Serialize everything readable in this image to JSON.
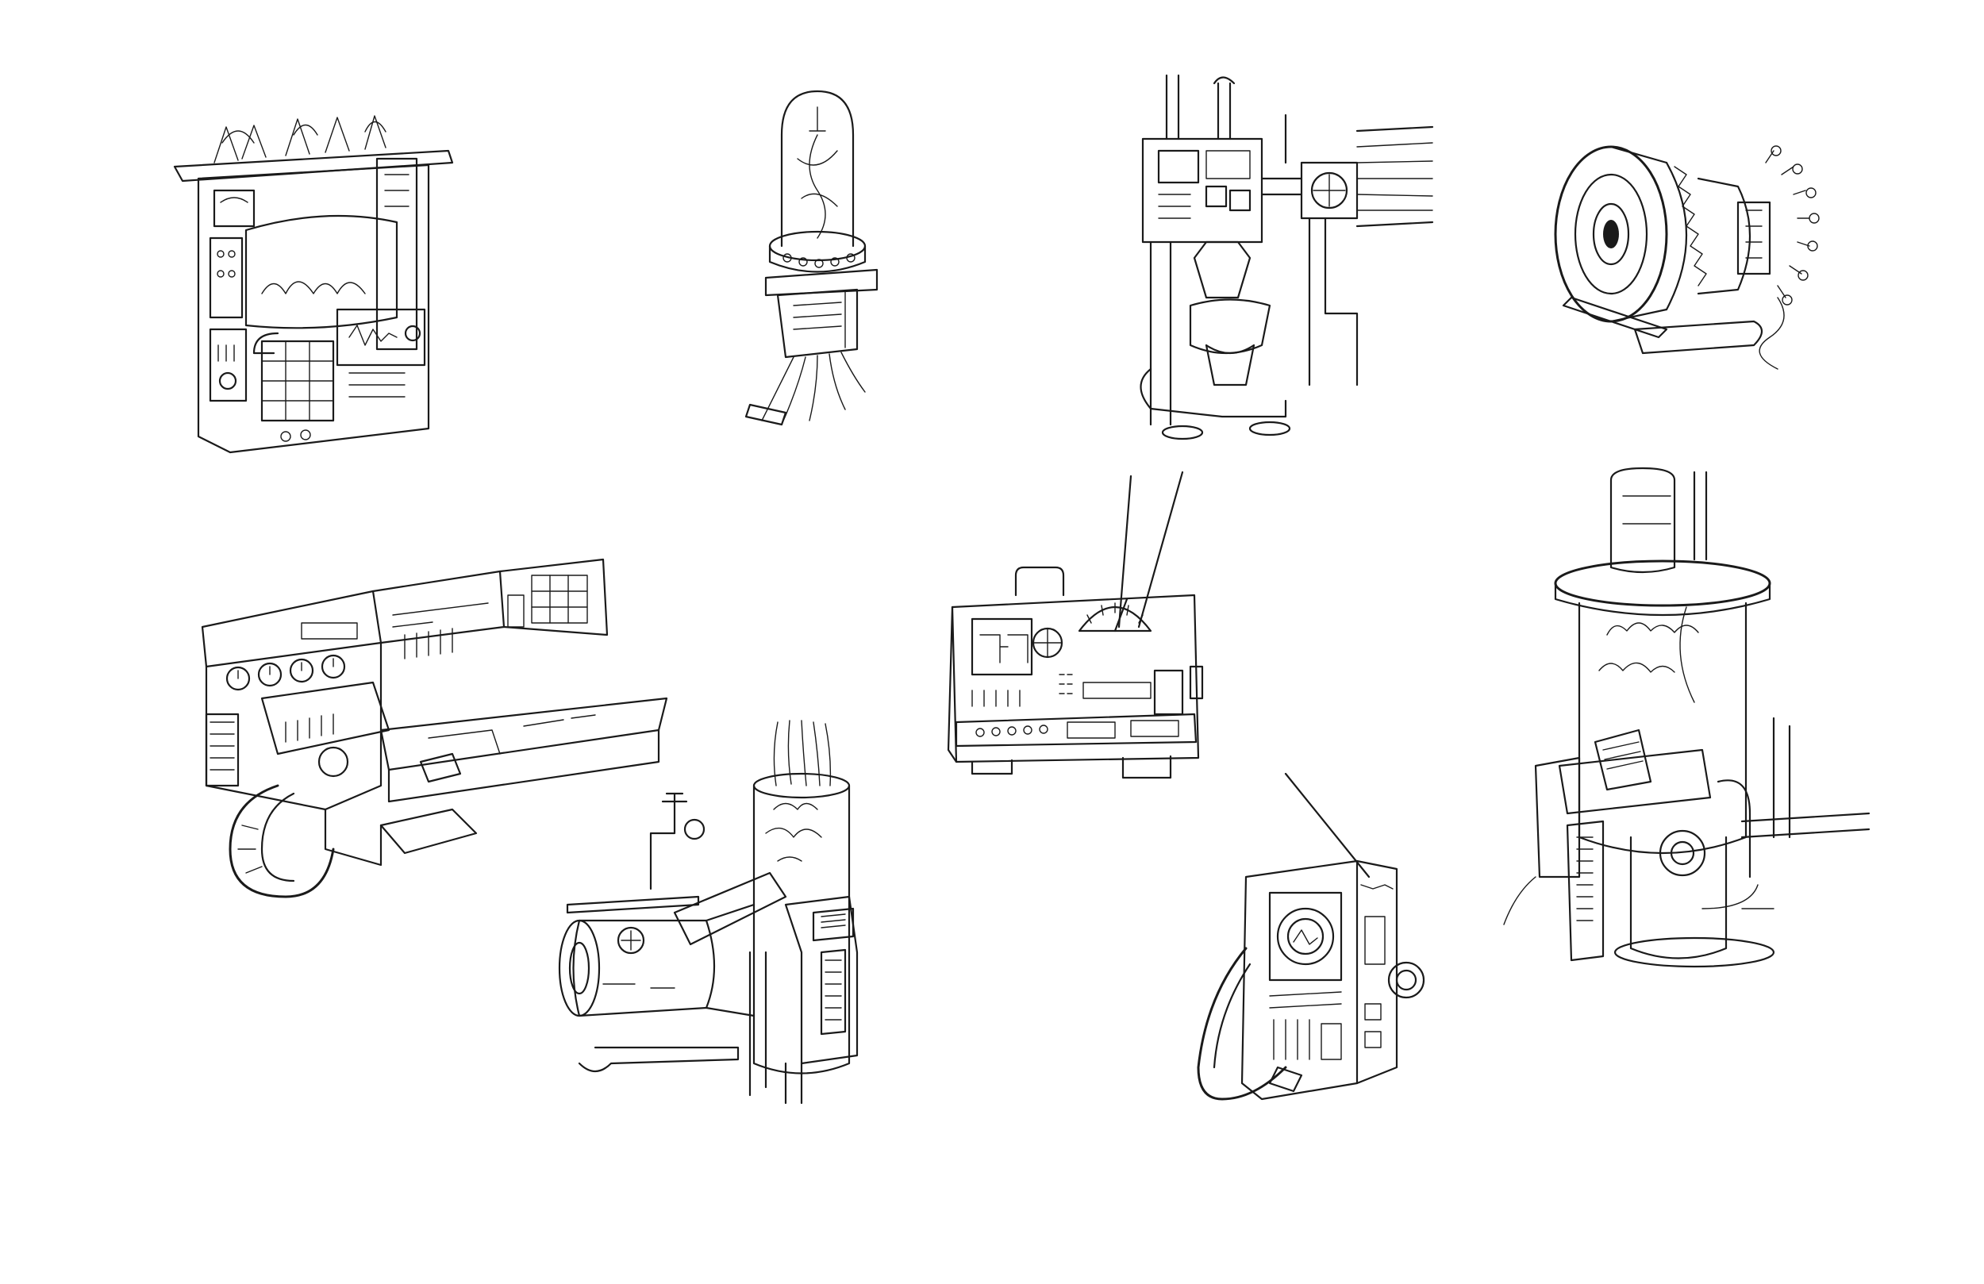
{
  "canvas": {
    "background": "#ffffff",
    "ink": "#1a1a1a"
  },
  "drawings": [
    {
      "id": "bubbling-vat-machine"
    },
    {
      "id": "glass-bell-jar-generator"
    },
    {
      "id": "pipe-toilet-contraption"
    },
    {
      "id": "turbine-engine"
    },
    {
      "id": "control-console"
    },
    {
      "id": "handheld-radio-receiver"
    },
    {
      "id": "cannon-tank-apparatus"
    },
    {
      "id": "walkie-talkie-device"
    },
    {
      "id": "tall-cylinder-reactor"
    }
  ]
}
